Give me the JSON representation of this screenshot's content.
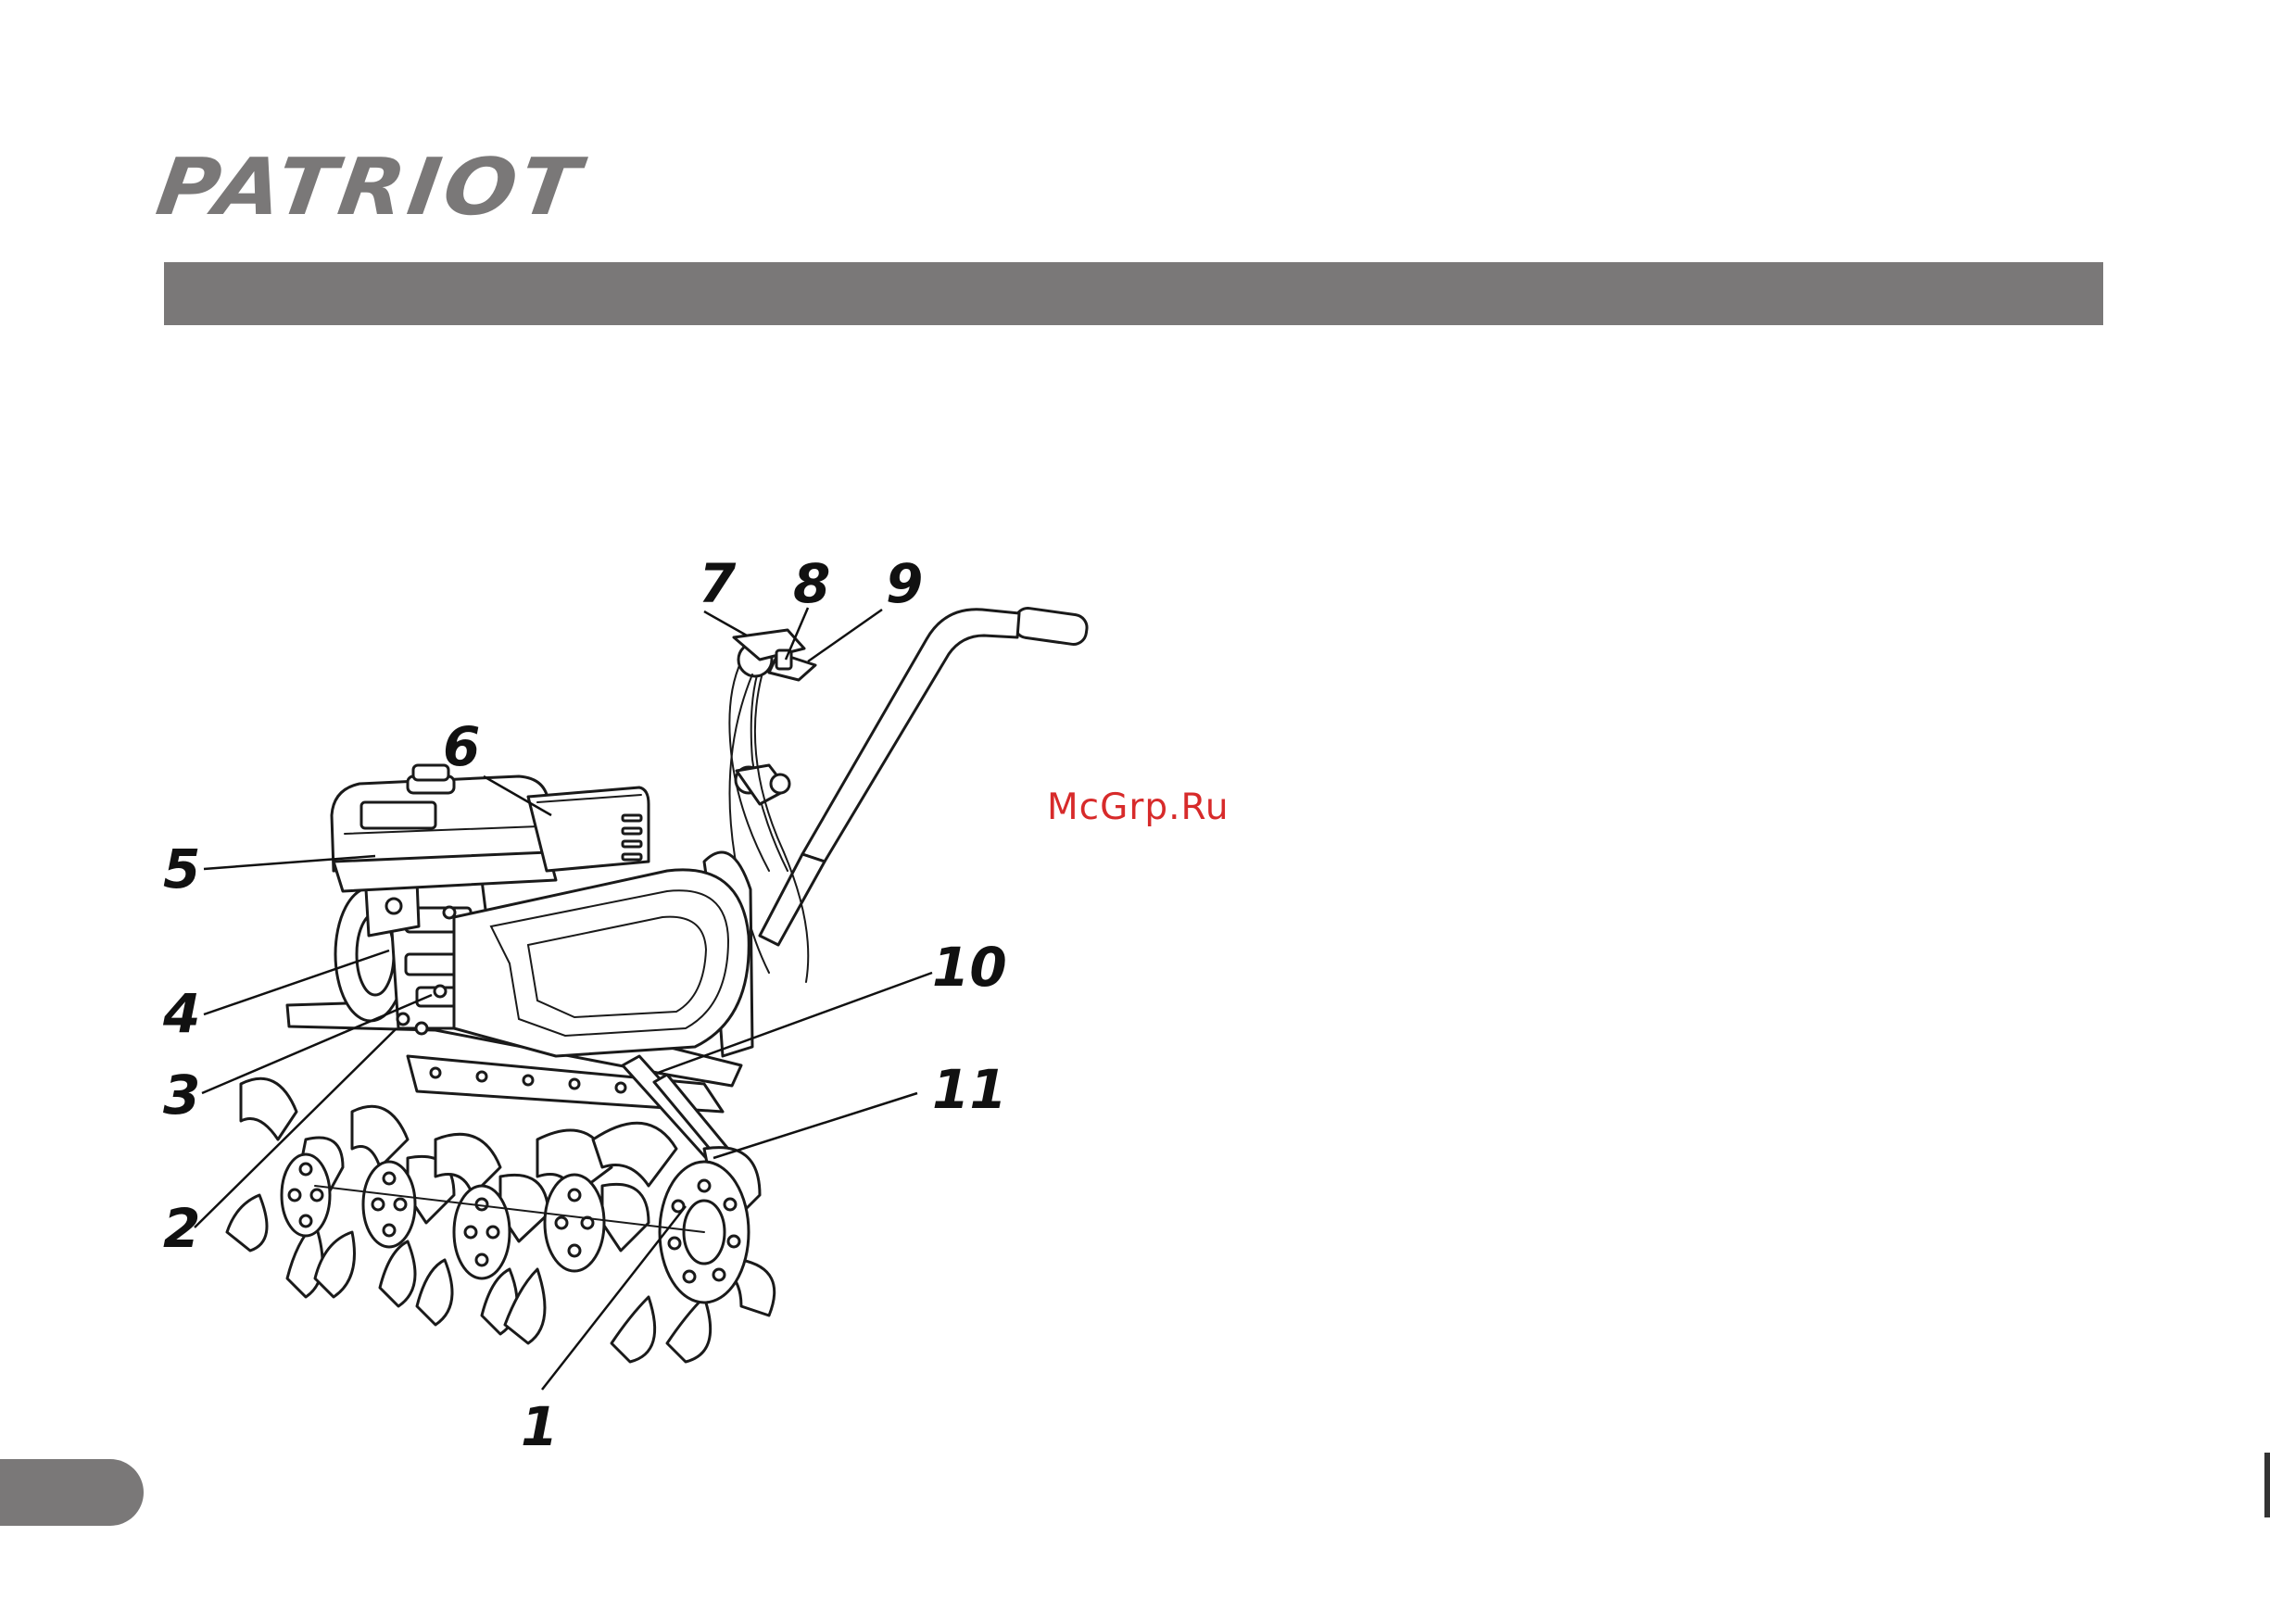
{
  "brand": {
    "logo_text": "PATRIOT"
  },
  "watermark": {
    "text": "McGrp.Ru"
  },
  "callouts": [
    {
      "id": "1",
      "label": "1"
    },
    {
      "id": "2",
      "label": "2"
    },
    {
      "id": "3",
      "label": "3"
    },
    {
      "id": "4",
      "label": "4"
    },
    {
      "id": "5",
      "label": "5"
    },
    {
      "id": "6",
      "label": "6"
    },
    {
      "id": "7",
      "label": "7"
    },
    {
      "id": "8",
      "label": "8"
    },
    {
      "id": "9",
      "label": "9"
    },
    {
      "id": "10",
      "label": "10"
    },
    {
      "id": "11",
      "label": "11"
    }
  ],
  "colors": {
    "brand_gray": "#7a7878",
    "watermark_red": "#d72a2a",
    "ink": "#111111"
  }
}
